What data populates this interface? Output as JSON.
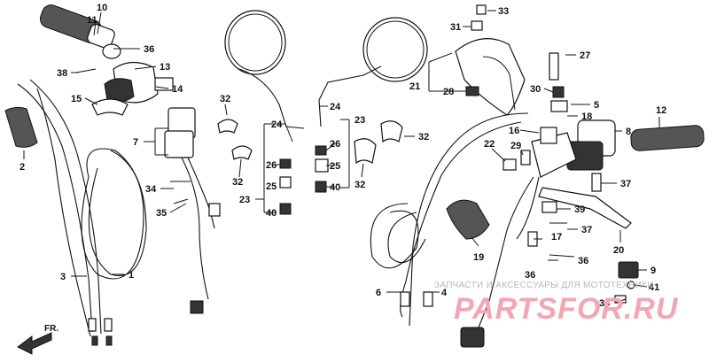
{
  "callouts": [
    "1",
    "2",
    "3",
    "4",
    "5",
    "6",
    "7",
    "8",
    "9",
    "10",
    "11",
    "12",
    "13",
    "14",
    "15",
    "16",
    "17",
    "18",
    "19",
    "20",
    "21",
    "22",
    "23",
    "24",
    "25",
    "26",
    "27",
    "28",
    "29",
    "30",
    "31",
    "32",
    "33",
    "34",
    "35",
    "36",
    "37",
    "38",
    "39",
    "40",
    "41"
  ],
  "front_label": "FR.",
  "watermark": {
    "subtitle": "ЗАПЧАСТИ И АКСЕССУАРЫ ДЛЯ МОТОТЕХНИКИ",
    "logo": "PARTSFOR.RU"
  }
}
